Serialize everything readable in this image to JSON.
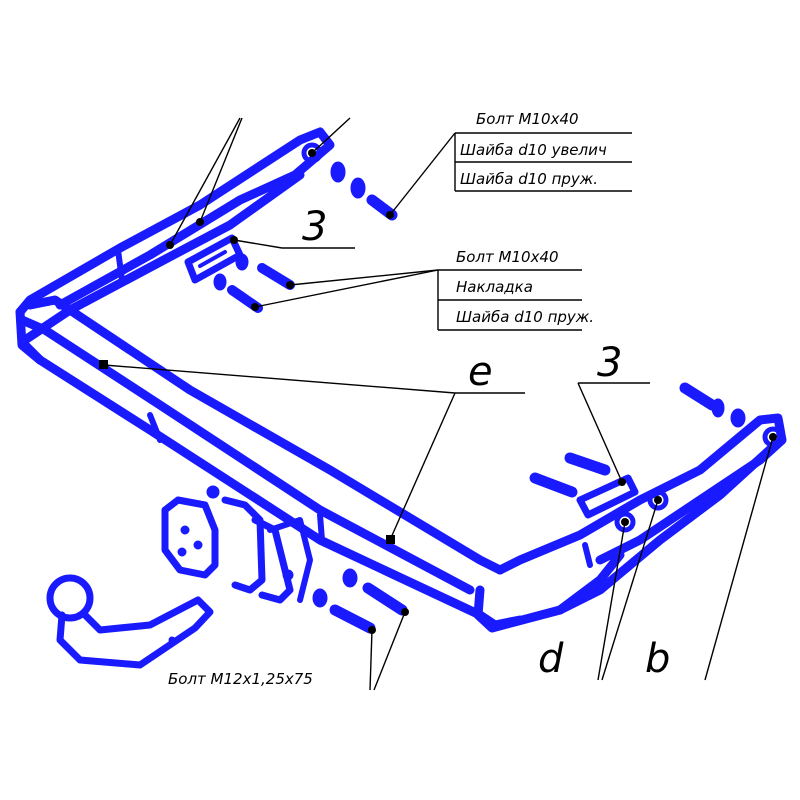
{
  "callouts": {
    "top_partial": "Болт М10х40",
    "top_washer_big": "Шайба d10 увелич",
    "top_washer_spring": "Шайба d10 пруж.",
    "mid_bolt": "Болт М10х40",
    "mid_plate": "Накладка",
    "mid_washer": "Шайба d10 пруж.",
    "bottom_bolt": "Болт М12х1,25х75"
  },
  "letters": {
    "three_left": "3",
    "three_right": "3",
    "e": "e",
    "d": "d",
    "b": "b"
  },
  "colors": {
    "part": "#1a1aff",
    "line": "#000000"
  }
}
